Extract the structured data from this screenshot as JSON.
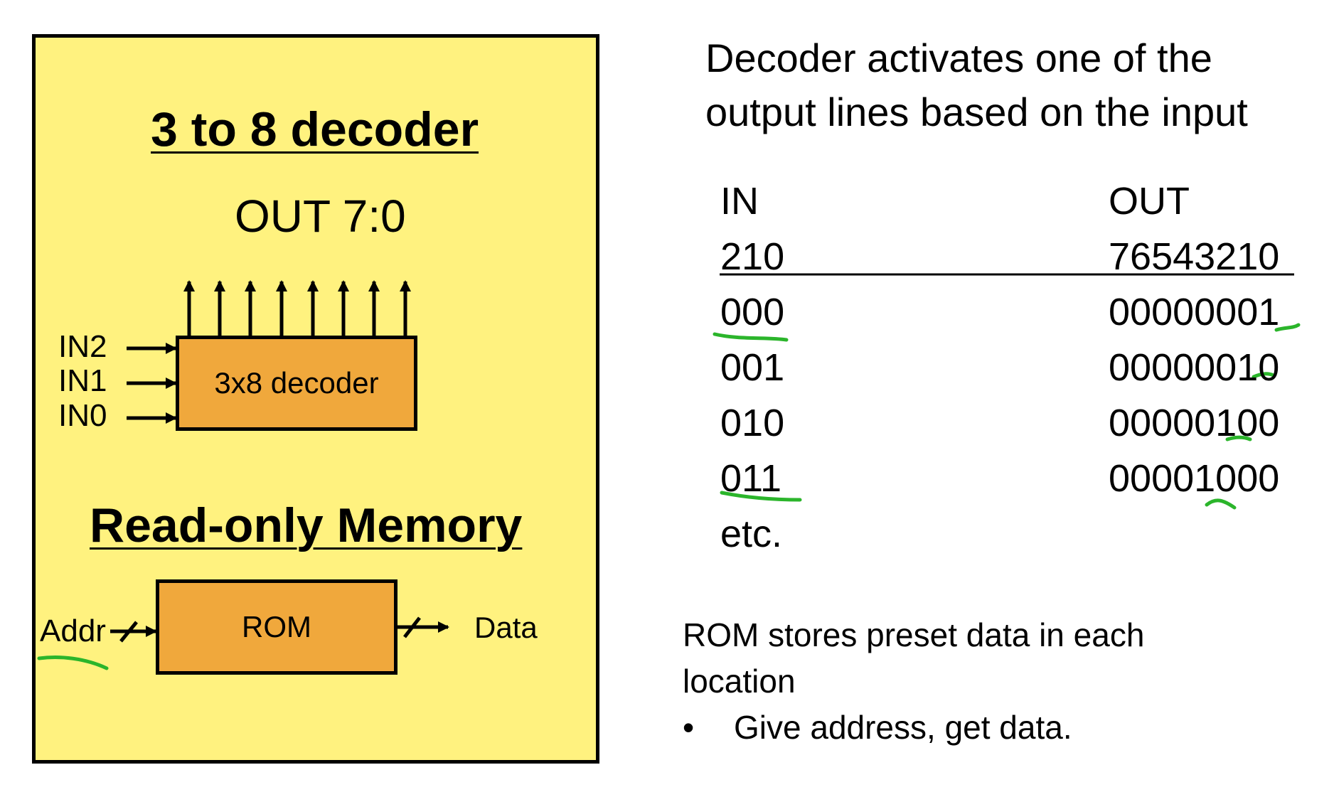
{
  "decoder": {
    "title": "3 to 8 decoder",
    "out_label": "OUT 7:0",
    "inputs": [
      "IN2",
      "IN1",
      "IN0"
    ],
    "box_label": "3x8 decoder"
  },
  "rom": {
    "title": "Read-only Memory",
    "addr_label": "Addr",
    "box_label": "ROM",
    "data_label": "Data"
  },
  "description": {
    "line1": "Decoder activates one of the",
    "line2": "output lines based on the input"
  },
  "truth_table": {
    "header_in": "IN",
    "header_out": "OUT",
    "sub_in": "210",
    "sub_out": "76543210",
    "rows": [
      {
        "in": "000",
        "out": "00000001"
      },
      {
        "in": "001",
        "out": "00000010"
      },
      {
        "in": "010",
        "out": "00000100"
      },
      {
        "in": "011",
        "out": "00001000"
      }
    ],
    "etc": "etc."
  },
  "rom_description": {
    "line1": "ROM stores preset data in each",
    "line2": "location",
    "bullet": "Give address, get data."
  },
  "colors": {
    "panel_bg": "#fff27f",
    "box_fill": "#f0a83c",
    "annotation_green": "#2bb52b"
  }
}
